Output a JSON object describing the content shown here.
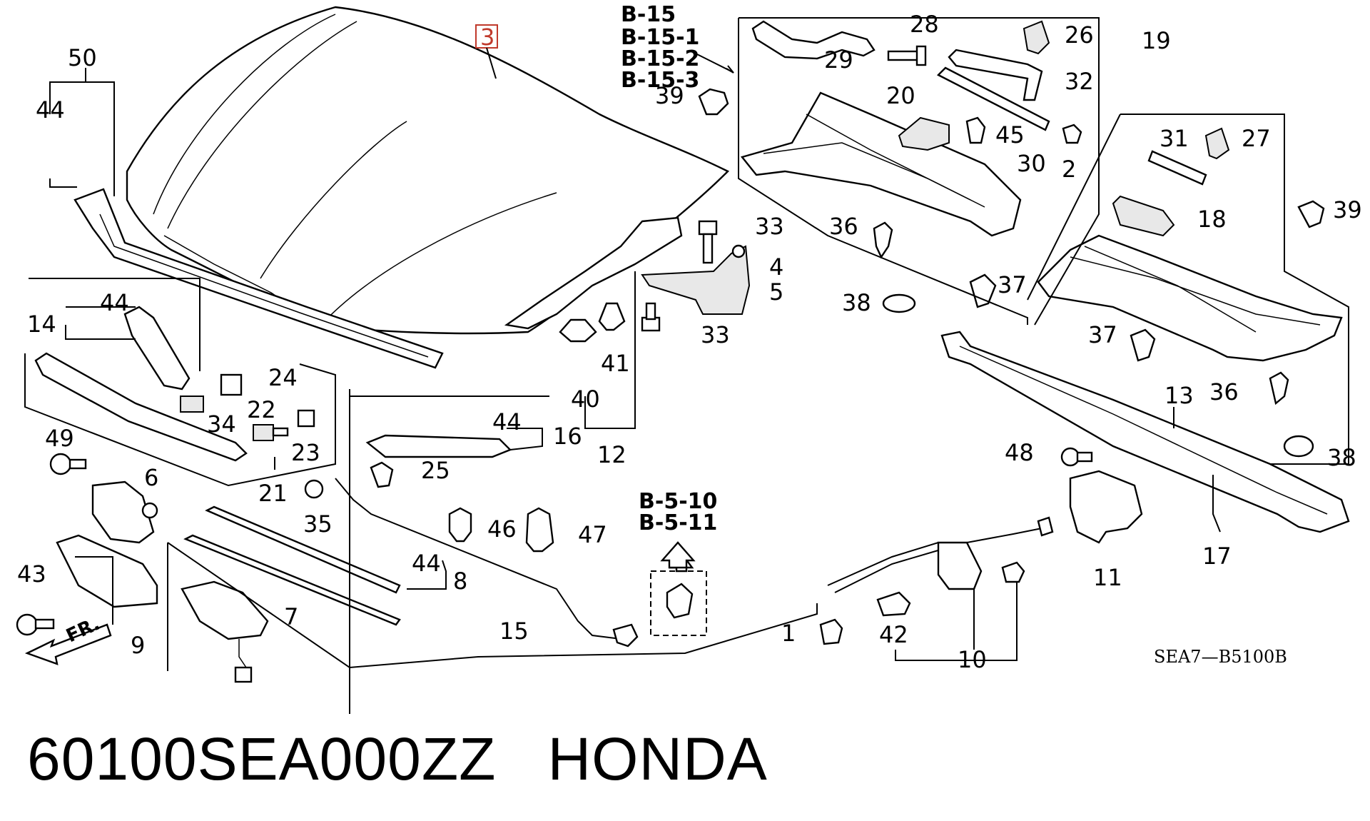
{
  "diagram_code": "SEA7—B5100B",
  "highlighted_callout": "3",
  "reference_labels": {
    "hood_group": [
      "B-15",
      "B-15-1",
      "B-15-2",
      "B-15-3"
    ],
    "cable_group": [
      "B-5-10",
      "B-5-11"
    ]
  },
  "front_arrow_label": "FR.",
  "callouts": {
    "c1": "1",
    "c2": "2",
    "c4": "4",
    "c5": "5",
    "c6": "6",
    "c7": "7",
    "c8": "8",
    "c9": "9",
    "c10": "10",
    "c11": "11",
    "c12": "12",
    "c13": "13",
    "c14": "14",
    "c15": "15",
    "c16": "16",
    "c17": "17",
    "c18": "18",
    "c19": "19",
    "c20": "20",
    "c21": "21",
    "c22": "22",
    "c23": "23",
    "c24": "24",
    "c25": "25",
    "c26": "26",
    "c27": "27",
    "c28": "28",
    "c29": "29",
    "c30": "30",
    "c31": "31",
    "c32": "32",
    "c33a": "33",
    "c33b": "33",
    "c34": "34",
    "c35": "35",
    "c36a": "36",
    "c36b": "36",
    "c37a": "37",
    "c37b": "37",
    "c38a": "38",
    "c38b": "38",
    "c39a": "39",
    "c39b": "39",
    "c40": "40",
    "c41": "41",
    "c42": "42",
    "c43": "43",
    "c44a": "44",
    "c44b": "44",
    "c44c": "44",
    "c44d": "44",
    "c45": "45",
    "c46": "46",
    "c47": "47",
    "c48": "48",
    "c49": "49",
    "c50": "50"
  },
  "footer": {
    "part_number": "60100SEA000ZZ",
    "brand": "HONDA"
  },
  "colors": {
    "highlight_box": "#c0392b",
    "highlight_text": "#c0392b",
    "line": "#000000",
    "background": "#ffffff"
  }
}
